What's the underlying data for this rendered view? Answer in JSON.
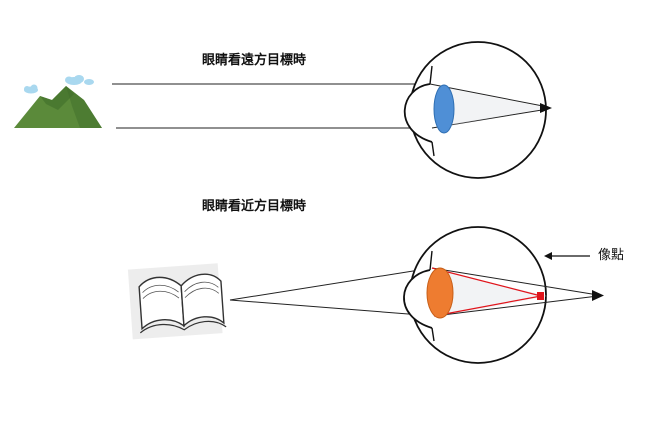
{
  "far_panel": {
    "caption": "眼睛看遠方目標時",
    "lens_color": "#4f8fd6",
    "lens_stroke": "#2f6fb3",
    "object_icon": "mountain-icon"
  },
  "near_panel": {
    "caption": "眼睛看近方目標時",
    "lens_color": "#ee7c30",
    "lens_stroke": "#c85f18",
    "object_icon": "open-book-icon",
    "image_point_label": "像點",
    "ray_color": "#e0141b"
  },
  "colors": {
    "line": "#222222",
    "mountain": "#5b8a3a",
    "mountain_dark": "#3f6e2a",
    "cloud": "#a9d8ef"
  }
}
